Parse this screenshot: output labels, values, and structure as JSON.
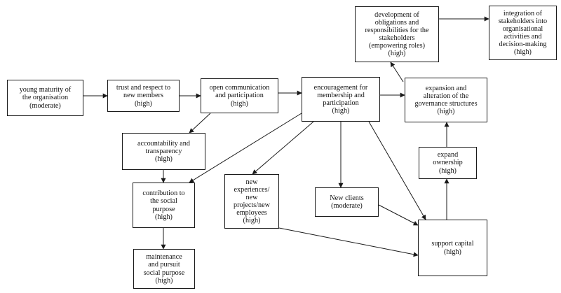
{
  "diagram": {
    "nodes": [
      {
        "id": "young-maturity",
        "label": "young maturity of\nthe organisation\n(moderate)"
      },
      {
        "id": "trust-respect",
        "label": "trust and respect to\nnew members\n(high)"
      },
      {
        "id": "open-communication",
        "label": "open communication\nand participation\n(high)"
      },
      {
        "id": "encouragement",
        "label": "encouragement for\nmembership and\nparticipation\n(high)"
      },
      {
        "id": "development-obligations",
        "label": "development of\nobligations and\nresponsibilities for the\nstakeholders\n(empowering roles)\n(high)"
      },
      {
        "id": "integration-stakeholders",
        "label": "integration of\nstakeholders into\norganisational\nactivities and\ndecision-making\n(high)"
      },
      {
        "id": "expansion-governance",
        "label": "expansion and\nalteration of the\ngovernance structures\n(high)"
      },
      {
        "id": "accountability",
        "label": "accountability and\ntransparency\n(high)"
      },
      {
        "id": "contribution-social",
        "label": "contribution to\nthe social\npurpose\n(high)"
      },
      {
        "id": "maintenance-social",
        "label": "maintenance\nand pursuit\nsocial purpose\n(high)"
      },
      {
        "id": "new-experiences",
        "label": "new\nexperiences/\nnew\nprojects/new\nemployees\n(high)"
      },
      {
        "id": "new-clients",
        "label": "New clients\n(moderate)"
      },
      {
        "id": "expand-ownership",
        "label": "expand\nownership\n(high)"
      },
      {
        "id": "support-capital",
        "label": "support capital\n(high)"
      }
    ],
    "edges": [
      {
        "from": "young-maturity",
        "to": "trust-respect"
      },
      {
        "from": "trust-respect",
        "to": "open-communication"
      },
      {
        "from": "open-communication",
        "to": "encouragement"
      },
      {
        "from": "open-communication",
        "to": "accountability"
      },
      {
        "from": "encouragement",
        "to": "expansion-governance"
      },
      {
        "from": "encouragement",
        "to": "contribution-social"
      },
      {
        "from": "encouragement",
        "to": "new-experiences"
      },
      {
        "from": "encouragement",
        "to": "new-clients"
      },
      {
        "from": "encouragement",
        "to": "support-capital"
      },
      {
        "from": "expansion-governance",
        "to": "development-obligations"
      },
      {
        "from": "development-obligations",
        "to": "integration-stakeholders"
      },
      {
        "from": "accountability",
        "to": "contribution-social"
      },
      {
        "from": "contribution-social",
        "to": "maintenance-social"
      },
      {
        "from": "new-experiences",
        "to": "support-capital"
      },
      {
        "from": "new-clients",
        "to": "support-capital"
      },
      {
        "from": "support-capital",
        "to": "expand-ownership"
      },
      {
        "from": "expand-ownership",
        "to": "expansion-governance"
      }
    ]
  }
}
